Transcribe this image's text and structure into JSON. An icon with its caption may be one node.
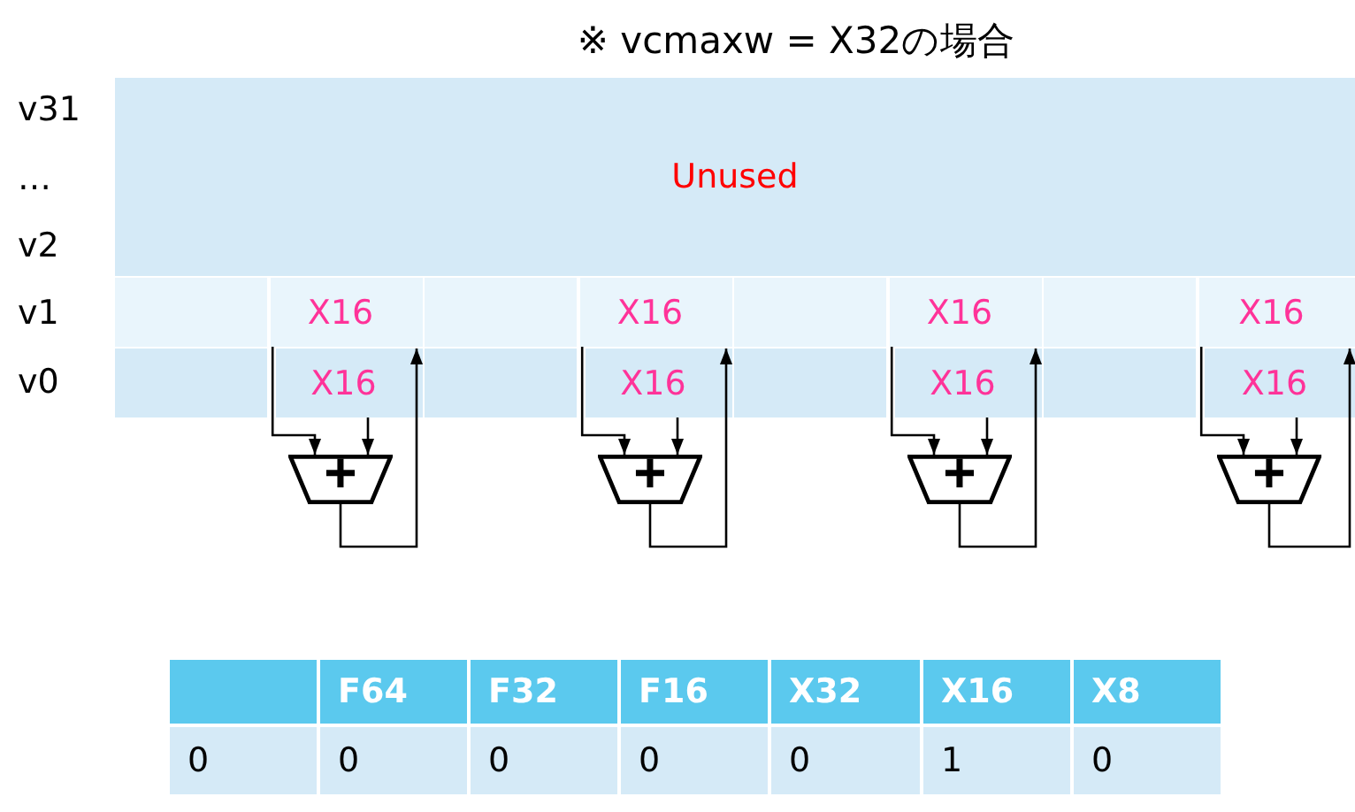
{
  "diagram": {
    "title": "※ vcmaxw = X32の場合",
    "nodes": [
      {
        "text": [
          "Unused"
        ]
      },
      {
        "text": [],
        "shape": "box"
      },
      {
        "text": [
          "X16"
        ]
      },
      {
        "text": [],
        "shape": "box"
      },
      {
        "text": [
          "X16"
        ]
      },
      {
        "text": [],
        "shape": "box"
      },
      {
        "text": [
          "X16"
        ]
      },
      {
        "text": [],
        "shape": "box"
      },
      {
        "text": [
          "X16"
        ]
      },
      {
        "text": [],
        "shape": "box"
      },
      {
        "text": [
          "X16"
        ]
      },
      {
        "text": [],
        "shape": "box"
      },
      {
        "text": [
          "X16"
        ]
      },
      {
        "text": [],
        "shape": "box"
      },
      {
        "text": [
          "X16"
        ]
      },
      {
        "text": [],
        "shape": "box"
      },
      {
        "text": [
          "X16"
        ]
      },
      {
        "text": [
          "+"
        ]
      },
      {
        "text": [
          "+"
        ]
      },
      {
        "text": [
          "+"
        ]
      },
      {
        "text": [
          "+"
        ]
      }
    ],
    "edges": [
      {
        "from": 10,
        "to": 17,
        "arrow": "to"
      },
      {
        "from": 2,
        "to": 17,
        "arrow": "to"
      },
      {
        "from": 17,
        "to": 10,
        "arrow": "to"
      },
      {
        "from": 12,
        "to": 18,
        "arrow": "to"
      },
      {
        "from": 4,
        "to": 18,
        "arrow": "to"
      },
      {
        "from": 18,
        "to": 12,
        "arrow": "to"
      },
      {
        "from": 14,
        "to": 19,
        "arrow": "to"
      },
      {
        "from": 6,
        "to": 19,
        "arrow": "to"
      },
      {
        "from": 19,
        "to": 14,
        "arrow": "to"
      },
      {
        "from": 16,
        "to": 20,
        "arrow": "to"
      },
      {
        "from": 8,
        "to": 20,
        "arrow": "to"
      },
      {
        "from": 20,
        "to": 16,
        "arrow": "to"
      }
    ],
    "labels": [
      "v31",
      "…",
      "v2",
      "v1",
      "v0",
      "F64",
      "F32",
      "F16",
      "X32",
      "X16",
      "X8",
      "0",
      "0",
      "0",
      "0",
      "0",
      "1",
      "0"
    ]
  }
}
